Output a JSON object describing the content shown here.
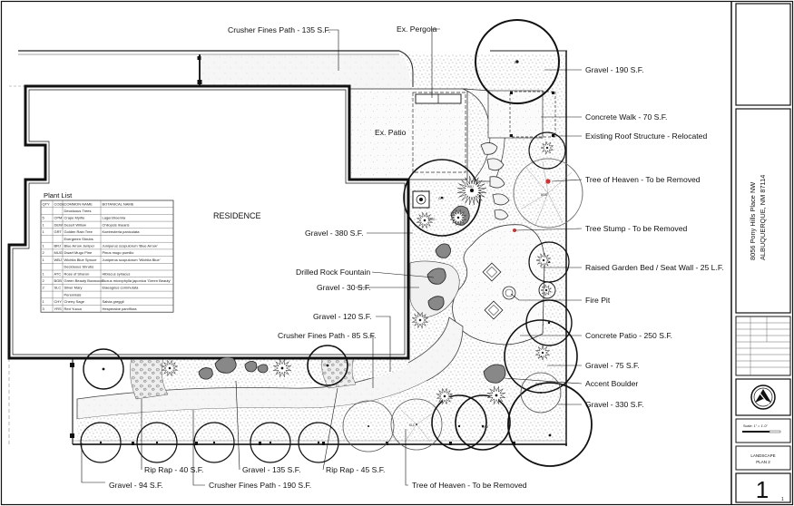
{
  "labels": {
    "crusher_fines_top": "Crusher Fines Path - 135 S.F.",
    "ex_pergola": "Ex. Pergola",
    "gravel_190": "Gravel - 190 S.F.",
    "concrete_walk": "Concrete Walk - 70 S.F.",
    "existing_roof": "Existing Roof Structure - Relocated",
    "tree_heaven_remove": "Tree of Heaven - To be Removed",
    "tree_stump": "Tree Stump - To be Removed",
    "gravel_380": "Gravel - 380 S.F.",
    "raised_bed": "Raised Garden Bed / Seat Wall - 25 L.F.",
    "drilled_rock": "Drilled Rock Fountain",
    "gravel_30": "Gravel - 30 S.F.",
    "fire_pit": "Fire Pit",
    "gravel_120": "Gravel - 120 S.F.",
    "crusher_fines_85": "Crusher Fines Path - 85 S.F.",
    "concrete_patio": "Concrete Patio - 250 S.F.",
    "gravel_75": "Gravel - 75 S.F.",
    "accent_boulder": "Accent Boulder",
    "gravel_330": "Gravel - 330 S.F.",
    "rip_rap_40": "Rip Rap - 40 S.F.",
    "gravel_135": "Gravel - 135 S.F.",
    "rip_rap_45": "Rip Rap - 45 S.F.",
    "gravel_94": "Gravel - 94 S.F.",
    "crusher_fines_190": "Crusher Fines Path - 190 S.F.",
    "tree_heaven_bottom": "Tree of Heaven - To be Removed",
    "ex_patio": "Ex. Patio",
    "residence": "RESIDENCE"
  },
  "plant_list": {
    "title": "Plant List",
    "headers": [
      "QTY",
      "CODE",
      "COMMON NAME",
      "BOTANICAL NAME"
    ],
    "rows": [
      [
        "",
        "",
        "Deciduous Trees",
        ""
      ],
      [
        "5",
        "CPM",
        "Crape Myrtle",
        "Lagerstroemia"
      ],
      [
        "1",
        "DEW",
        "Desert Willow",
        "Chilopsis linearis"
      ],
      [
        "1",
        "GRT",
        "Golden Rain Tree",
        "Koelreuteria paniculata"
      ],
      [
        "",
        "",
        "Evergreen Shrubs",
        ""
      ],
      [
        "1",
        "BRJ",
        "Blue Arrow Juniper",
        "Juniperus scopulorum 'Blue Arrow'"
      ],
      [
        "2",
        "MUG",
        "Dwarf Mugo Pine",
        "Pinus mugo pumilio"
      ],
      [
        "1",
        "WBJ",
        "Wichita Blue Spruce",
        "Juniperus scopulorum 'Wichita Blue'"
      ],
      [
        "",
        "",
        "Deciduous Shrubs",
        ""
      ],
      [
        "1",
        "ATC",
        "Rose of Sharon",
        "Hibiscus syriacus"
      ],
      [
        "2",
        "BGB",
        "Green Beauty Boxwood",
        "Buxus microphylla japonica 'Green Beauty'"
      ],
      [
        "2",
        "SLC",
        "Silver Mary",
        "Elaeagnus commutata"
      ],
      [
        "",
        "",
        "Perennials",
        ""
      ],
      [
        "1",
        "CHY",
        "Cherry Sage",
        "Salvia greggii"
      ],
      [
        "3",
        "YRS",
        "Red Yucca",
        "Hesperaloe parviflora"
      ]
    ]
  },
  "plant_tags": {
    "grt": "GRT",
    "wbj": "WBJ",
    "mug": "MUG",
    "bgb": "BGB",
    "dew": "DEW",
    "slc": "SLC",
    "cpm": "CPM",
    "ex": "EX"
  },
  "title_block": {
    "address_line1": "8056 Pony Hills Place NW",
    "address_line2": "ALBUQUERQUE, NM 87114",
    "sheet_title": "LANDSCAPE",
    "sheet_subtitle": "PLAN 2",
    "scale_label": "Scale: 1\" = 1'-0\"",
    "sheet_number": "1",
    "sheet_count": "1"
  }
}
